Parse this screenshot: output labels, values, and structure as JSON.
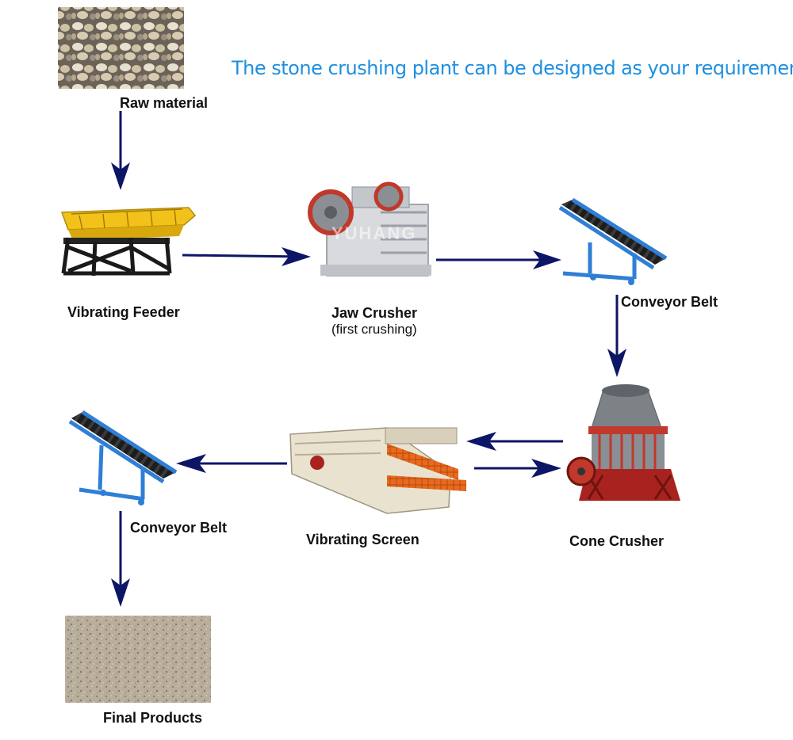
{
  "headline": "The stone crushing plant can be designed as your requirement",
  "watermark": "YUHANG",
  "colors": {
    "arrow": "#0d1566",
    "headline": "#1e8fe0",
    "feeder_yellow": "#f2c21b",
    "belt_blue": "#2f7fd6",
    "frame_red": "#a8231f",
    "screen_orange": "#e86a1e"
  },
  "stages": {
    "raw_material": {
      "label": "Raw material"
    },
    "vibrating_feeder": {
      "label": "Vibrating Feeder"
    },
    "jaw_crusher": {
      "label": "Jaw Crusher",
      "note": "(first crushing)"
    },
    "conveyor_belt_1": {
      "label": "Conveyor Belt"
    },
    "cone_crusher": {
      "label": "Cone Crusher"
    },
    "vibrating_screen": {
      "label": "Vibrating Screen"
    },
    "conveyor_belt_2": {
      "label": "Conveyor Belt"
    },
    "final_products": {
      "label": "Final Products"
    }
  }
}
